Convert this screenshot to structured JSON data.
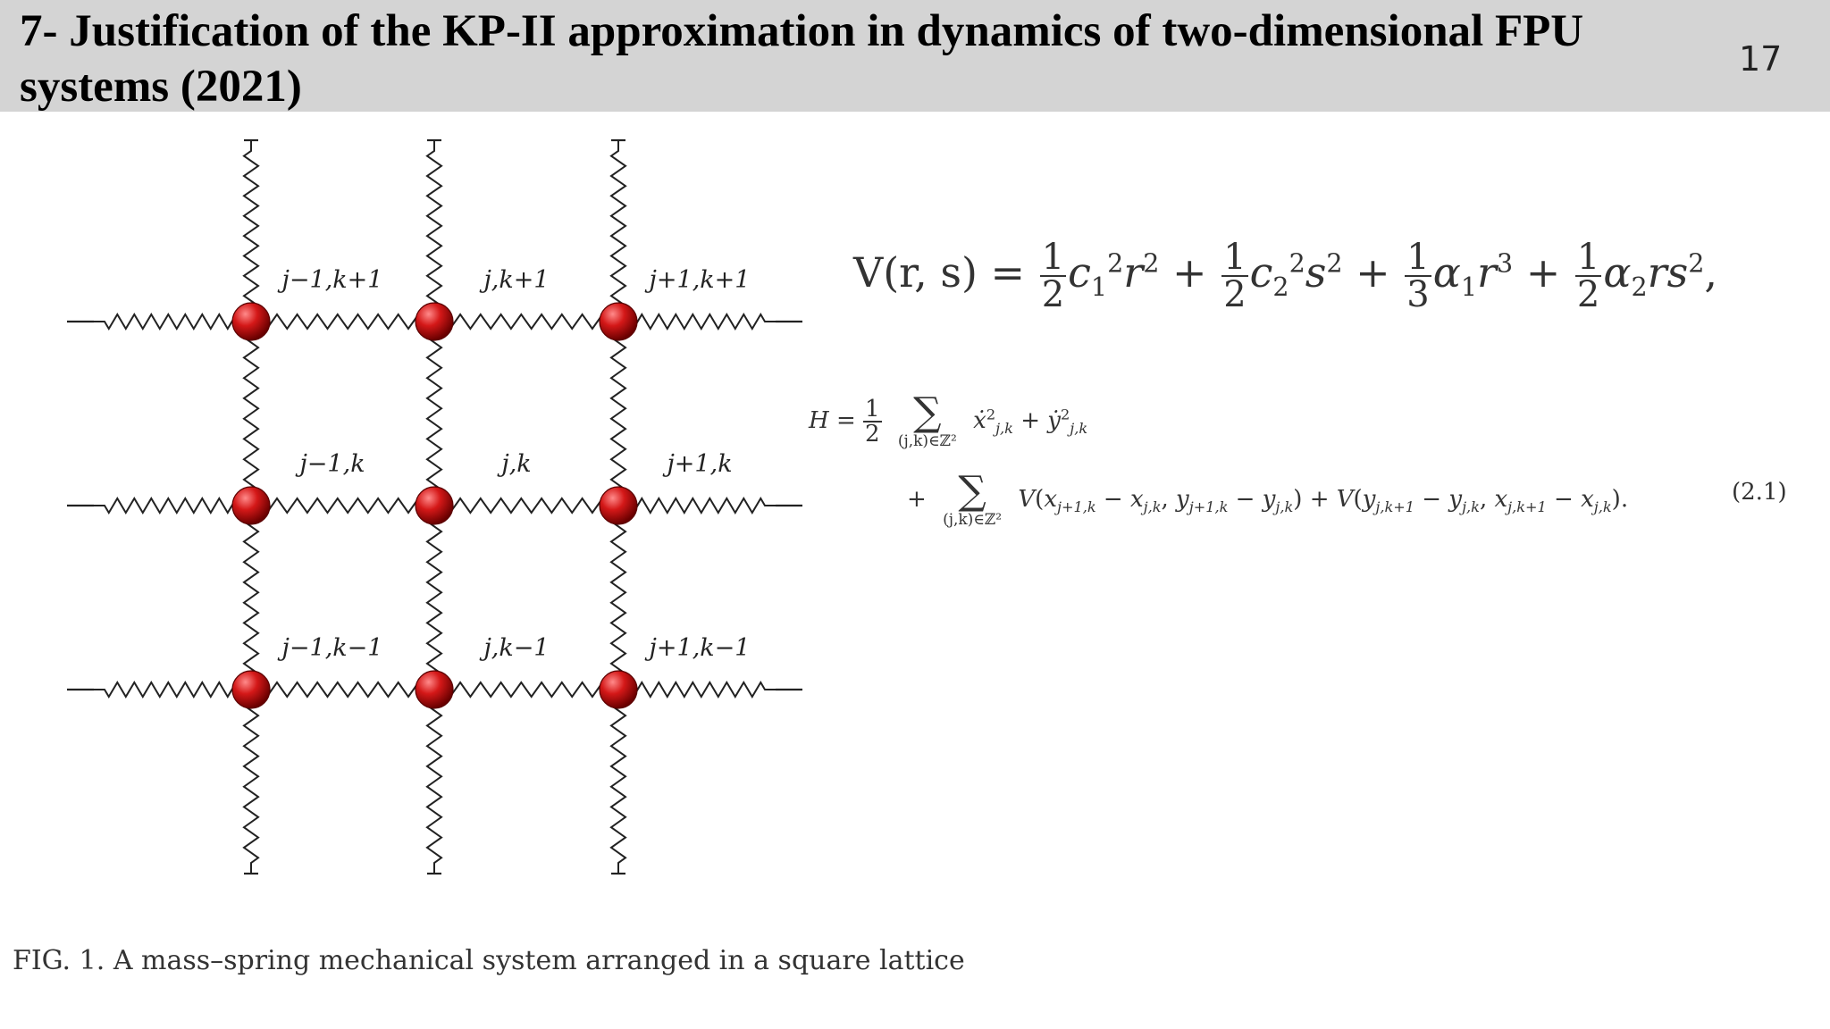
{
  "slide": {
    "title": "7- Justification of the KP-II approximation in dynamics of two-dimensional FPU systems (2021)",
    "page_number": "17"
  },
  "figure": {
    "labels": [
      [
        "j−1,k+1",
        "j,k+1",
        "j+1,k+1"
      ],
      [
        "j−1,k",
        "j,k",
        "j+1,k"
      ],
      [
        "j−1,k−1",
        "j,k−1",
        "j+1,k−1"
      ]
    ],
    "caption_prefix": "FIG. 1.",
    "caption_text": "A mass–spring mechanical system arranged in a square lattice",
    "colors": {
      "mass": "#cc1111",
      "spring": "#222222"
    }
  },
  "equations": {
    "potential_lhs": "V(r, s) =",
    "hamiltonian_lhs": "H =",
    "sum_index": "(j,k)∈ℤ²",
    "equation_number": "(2.1)"
  }
}
